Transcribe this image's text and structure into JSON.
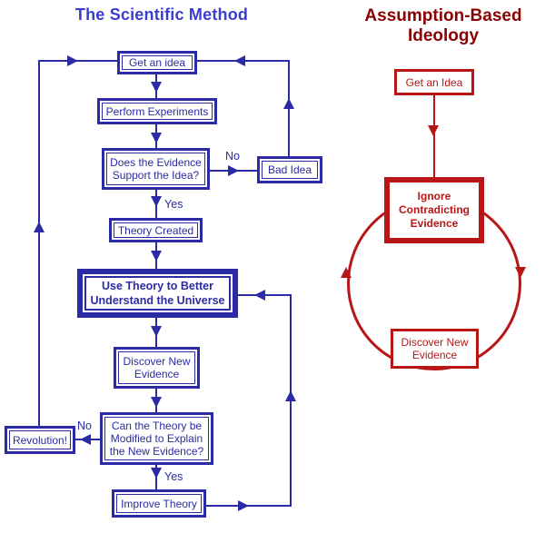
{
  "colors": {
    "blue": "#2B2BA5",
    "blue_title": "#3C3CCF",
    "red": "#B81616",
    "red_title": "#8B0000",
    "background": "#FFFFFF"
  },
  "left_chart": {
    "title": "The Scientific Method",
    "nodes": {
      "get_idea": "Get an idea",
      "perform_experiments": "Perform Experiments",
      "evidence_support": "Does the Evidence Support the Idea?",
      "bad_idea": "Bad Idea",
      "theory_created": "Theory Created",
      "use_theory": "Use Theory to Better Understand the Universe",
      "discover_new": "Discover New Evidence",
      "can_modify": "Can the Theory be Modified to Explain the New Evidence?",
      "revolution": "Revolution!",
      "improve_theory": "Improve Theory"
    },
    "edge_labels": {
      "no_to_bad_idea": "No",
      "yes_to_theory": "Yes",
      "no_to_revolution": "No",
      "yes_to_improve": "Yes"
    }
  },
  "right_chart": {
    "title_line1": "Assumption-Based",
    "title_line2": "Ideology",
    "nodes": {
      "get_idea": "Get an Idea",
      "ignore_evidence": "Ignore Contradicting Evidence",
      "discover_new": "Discover New Evidence"
    }
  }
}
